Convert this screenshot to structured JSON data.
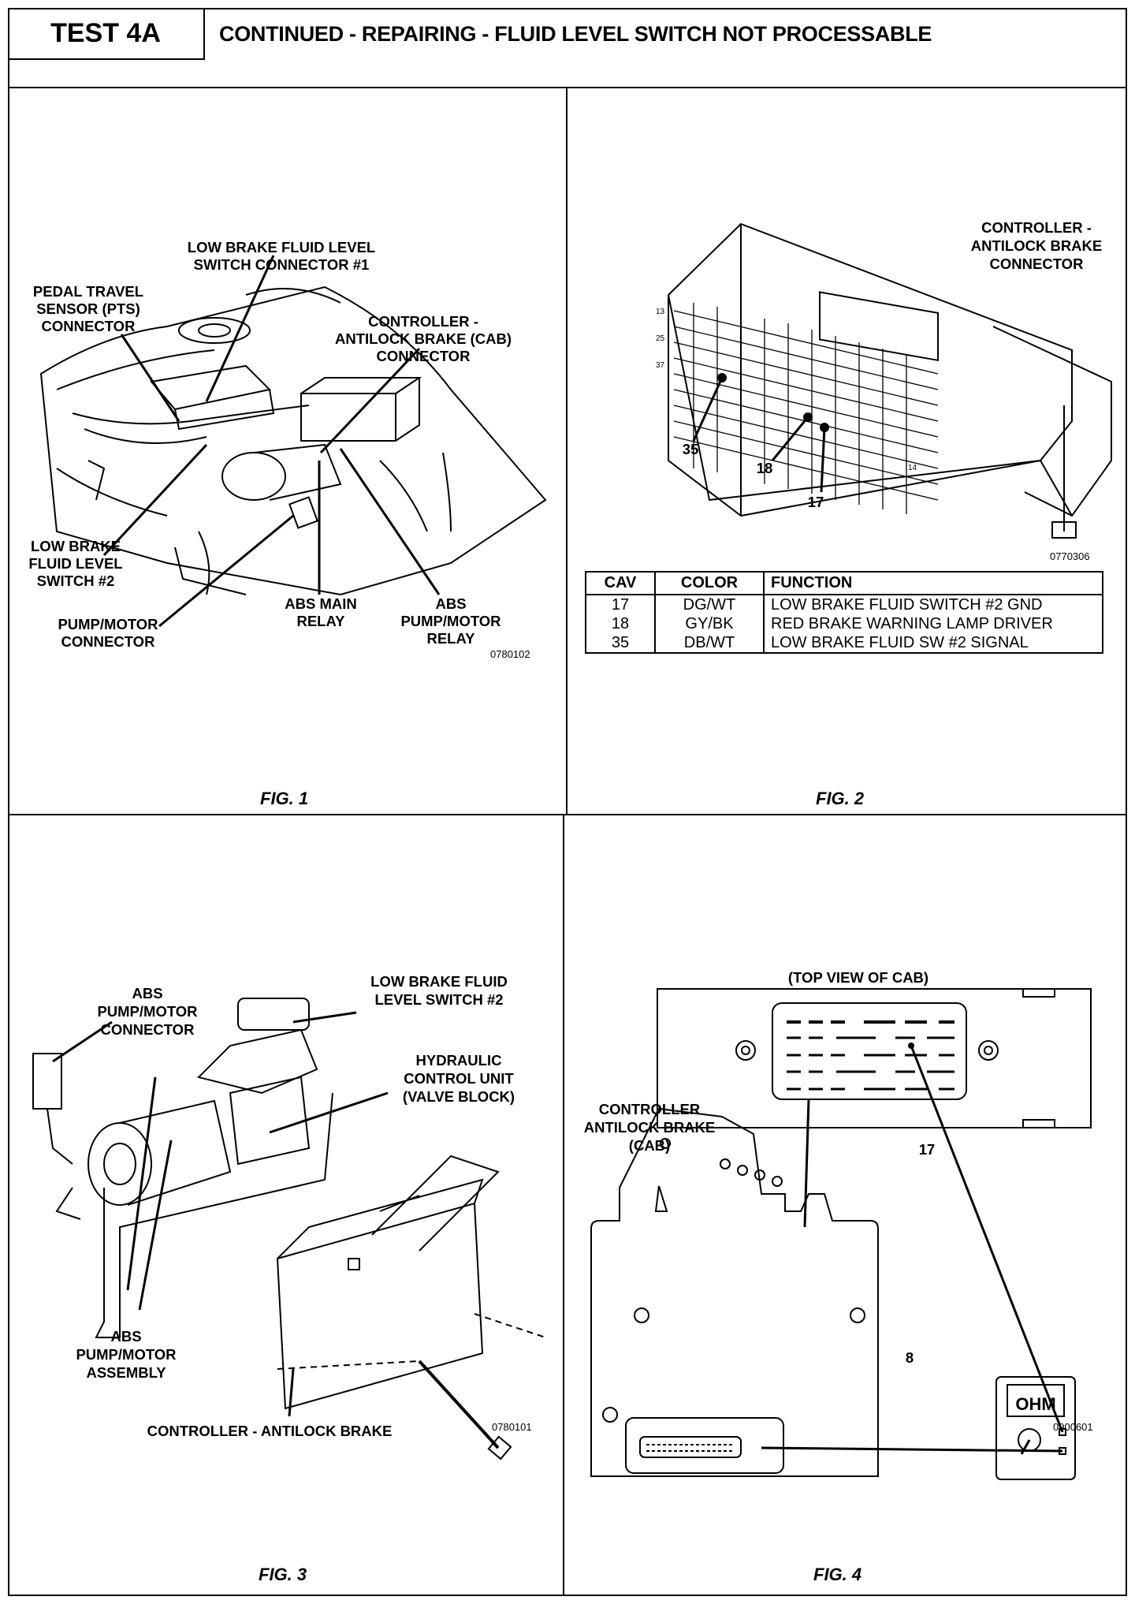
{
  "header": {
    "test_label": "TEST 4A",
    "title": "CONTINUED - REPAIRING - FLUID LEVEL SWITCH NOT PROCESSABLE"
  },
  "fig1": {
    "caption": "FIG. 1",
    "code": "0780102",
    "labels": {
      "low_brake_switch_1": [
        "LOW BRAKE FLUID LEVEL",
        "SWITCH CONNECTOR #1"
      ],
      "pts": [
        "PEDAL TRAVEL",
        "SENSOR (PTS)",
        "CONNECTOR"
      ],
      "cab": [
        "CONTROLLER -",
        "ANTILOCK BRAKE (CAB)",
        "CONNECTOR"
      ],
      "low_brake_switch_2": [
        "LOW BRAKE",
        "FLUID LEVEL",
        "SWITCH #2"
      ],
      "pump_motor_connector": [
        "PUMP/MOTOR",
        "CONNECTOR"
      ],
      "abs_main_relay": [
        "ABS MAIN",
        "RELAY"
      ],
      "abs_pump_motor_relay": [
        "ABS",
        "PUMP/MOTOR",
        "RELAY"
      ]
    }
  },
  "fig2": {
    "caption": "FIG. 2",
    "code": "0770306",
    "title": [
      "CONTROLLER -",
      "ANTILOCK BRAKE",
      "CONNECTOR"
    ],
    "pin_labels": [
      "35",
      "18",
      "17"
    ],
    "side_numbers": [
      "13",
      "25",
      "37"
    ],
    "edge_number": "14",
    "table": {
      "headers": [
        "CAV",
        "COLOR",
        "FUNCTION"
      ],
      "rows": [
        [
          "17",
          "DG/WT",
          "LOW BRAKE FLUID SWITCH #2 GND"
        ],
        [
          "18",
          "GY/BK",
          "RED BRAKE WARNING LAMP DRIVER"
        ],
        [
          "35",
          "DB/WT",
          "LOW BRAKE FLUID SW #2 SIGNAL"
        ]
      ]
    }
  },
  "fig3": {
    "caption": "FIG. 3",
    "code": "0780101",
    "labels": {
      "abs_pump_motor_connector": [
        "ABS",
        "PUMP/MOTOR",
        "CONNECTOR"
      ],
      "low_brake_switch_2": [
        "LOW BRAKE FLUID",
        "LEVEL SWITCH #2"
      ],
      "hcu": [
        "HYDRAULIC",
        "CONTROL UNIT",
        "(VALVE BLOCK)"
      ],
      "abs_pump_motor_assembly": [
        "ABS",
        "PUMP/MOTOR",
        "ASSEMBLY"
      ],
      "controller": [
        "CONTROLLER - ANTILOCK BRAKE"
      ]
    }
  },
  "fig4": {
    "caption": "FIG. 4",
    "code": "0900601",
    "top_view": "(TOP VIEW OF CAB)",
    "controller": [
      "CONTROLLER",
      "ANTILOCK BRAKE",
      "(CAB)"
    ],
    "pin_17": "17",
    "pin_8": "8",
    "meter_display": "OHM"
  }
}
